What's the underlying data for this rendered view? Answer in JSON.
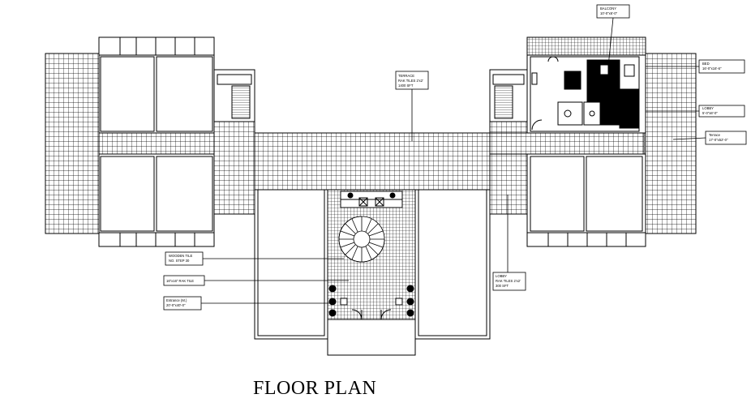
{
  "title": "FLOOR PLAN",
  "labels": {
    "balcony": {
      "line1": "BALCONY",
      "line2": "10'-0\"x6'-0\""
    },
    "bed": {
      "line1": "BED",
      "line2": "16'-0\"x16'-6\""
    },
    "lobby_r": {
      "line1": "LOBBY",
      "line2": "5'-0\"x8'-0\""
    },
    "terrace": {
      "line1": "Terrace",
      "line2": "17'-0\"x52'-0\""
    },
    "terrace_c": {
      "line1": "TERRACE",
      "line2": "RAK TILES 2'x2'",
      "line3": "1400 SFT"
    },
    "wooden": {
      "line1": "WOODEN TILE",
      "line2": "NO. STEP 30"
    },
    "rak": {
      "line1": "16\"x16\" RAK TILE"
    },
    "entrance": {
      "line1": "Entrance (M.)",
      "line2": "20'-0\"x40'-0\""
    },
    "lobby_c": {
      "line1": "LOBBY",
      "line2": "RAK TILES 2'x2'",
      "line3": "300 SFT"
    }
  }
}
